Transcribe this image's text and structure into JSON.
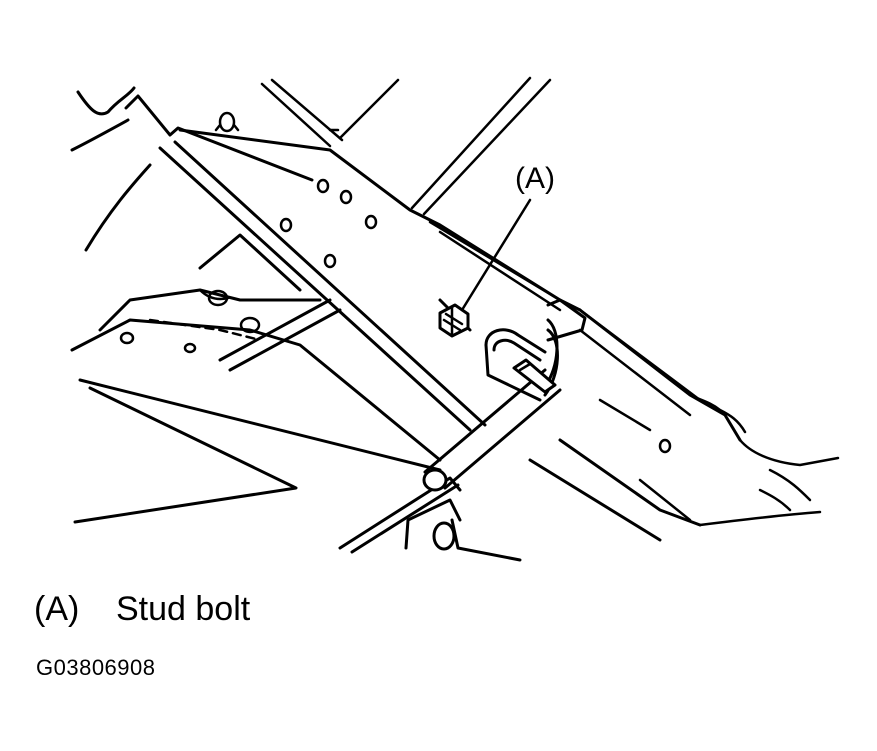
{
  "diagram": {
    "callout_label": "(A)"
  },
  "legend": {
    "key": "(A)",
    "text": "Stud bolt"
  },
  "figure_code": "G03806908"
}
